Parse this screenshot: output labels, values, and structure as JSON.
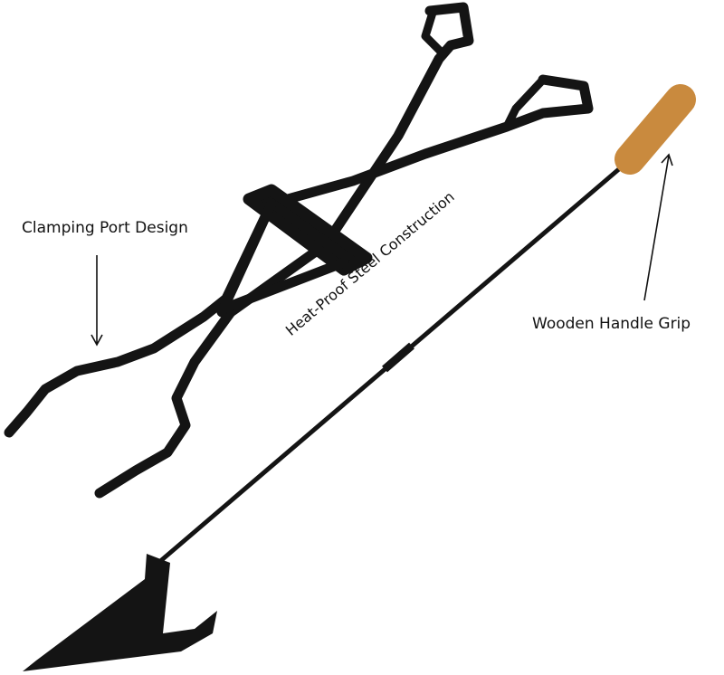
{
  "annotations": {
    "clamping": "Clamping Port Design",
    "steel": "Heat-Proof Steel Construction",
    "handle": "Wooden Handle Grip"
  },
  "colors": {
    "metal": "#141414",
    "wood": "#c98a3e",
    "background": "#ffffff"
  }
}
